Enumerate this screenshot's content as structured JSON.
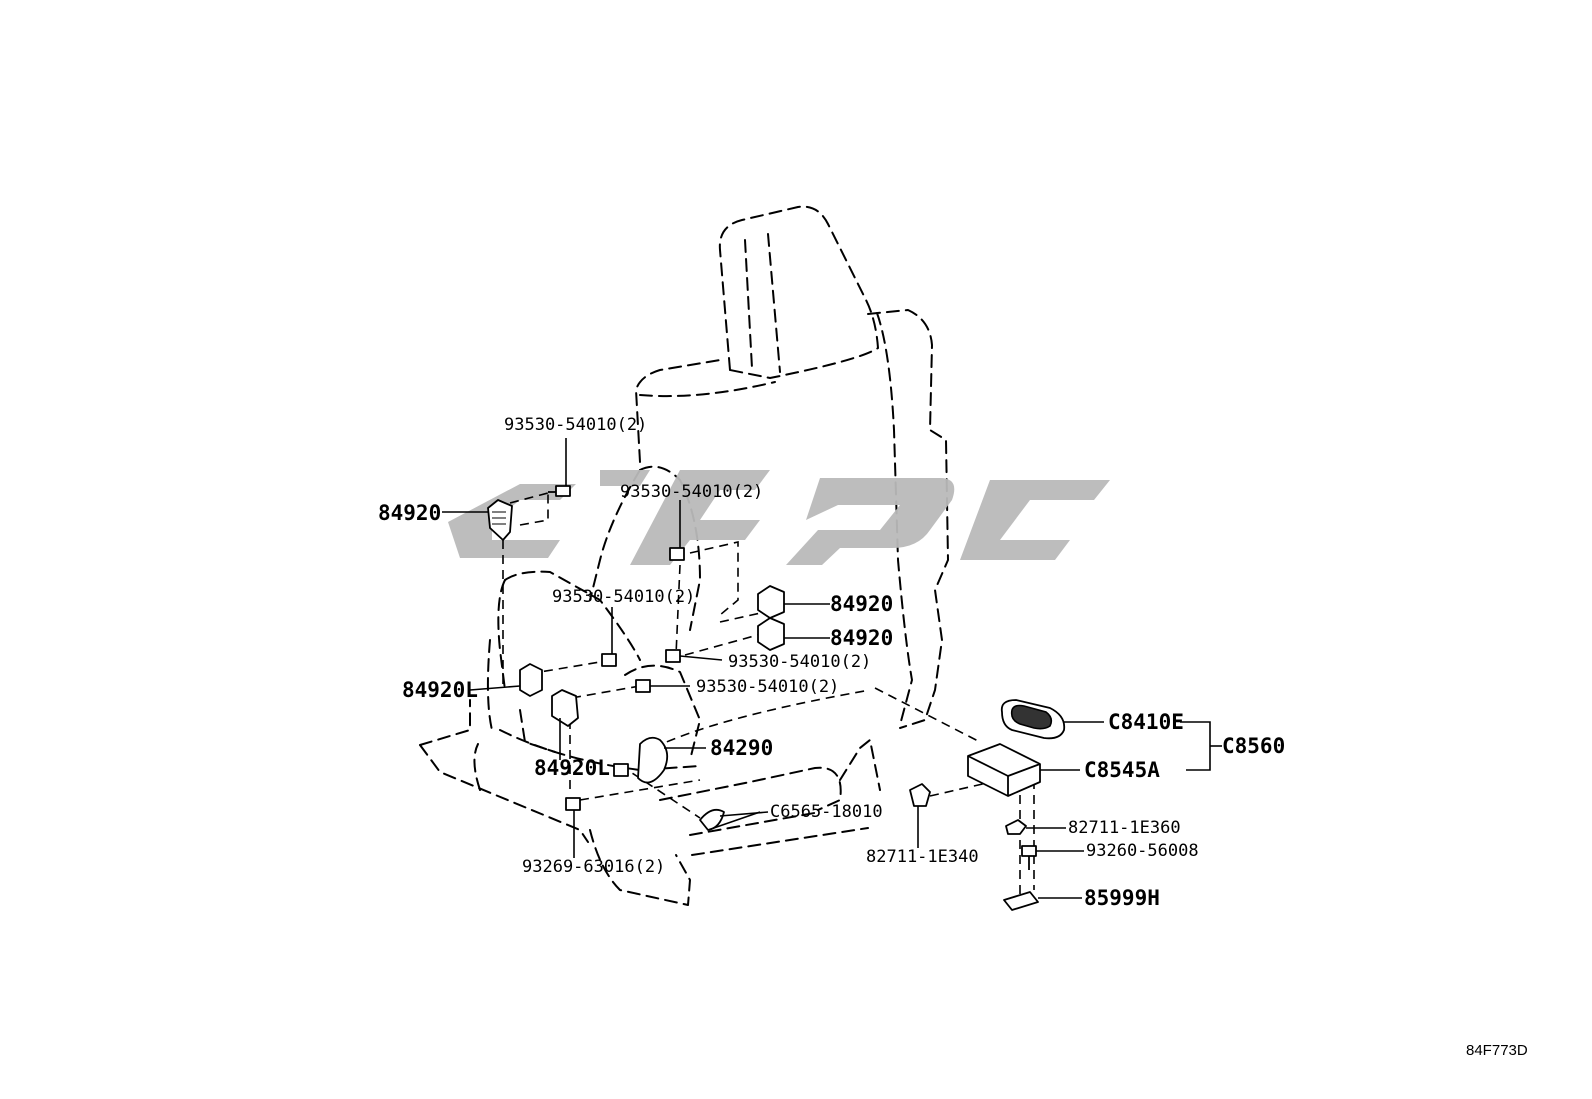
{
  "labels": {
    "part_84920_left": "84920",
    "part_84920_right_upper": "84920",
    "part_84920_right_lower": "84920",
    "part_84920L_upper": "84920L",
    "part_84920L_lower": "84920L",
    "part_84290": "84290",
    "bolt_93530_top": "93530-54010(2)",
    "bolt_93530_mid_right": "93530-54010(2)",
    "bolt_93530_mid_left": "93530-54010(2)",
    "bolt_93530_lower_right": "93530-54010(2)",
    "bolt_93530_bottom": "93530-54010(2)",
    "clamp_c6565": "C6565-18010",
    "clip_82711_1e340": "82711-1E340",
    "bolt_93269": "93269-63016(2)",
    "key_c8410e": "C8410E",
    "module_c8545a": "C8545A",
    "assembly_c8560": "C8560",
    "clip_82711_1e360": "82711-1E360",
    "bolt_93260": "93260-56008",
    "bracket_85999h": "85999H"
  },
  "figure_id": "84F773D"
}
